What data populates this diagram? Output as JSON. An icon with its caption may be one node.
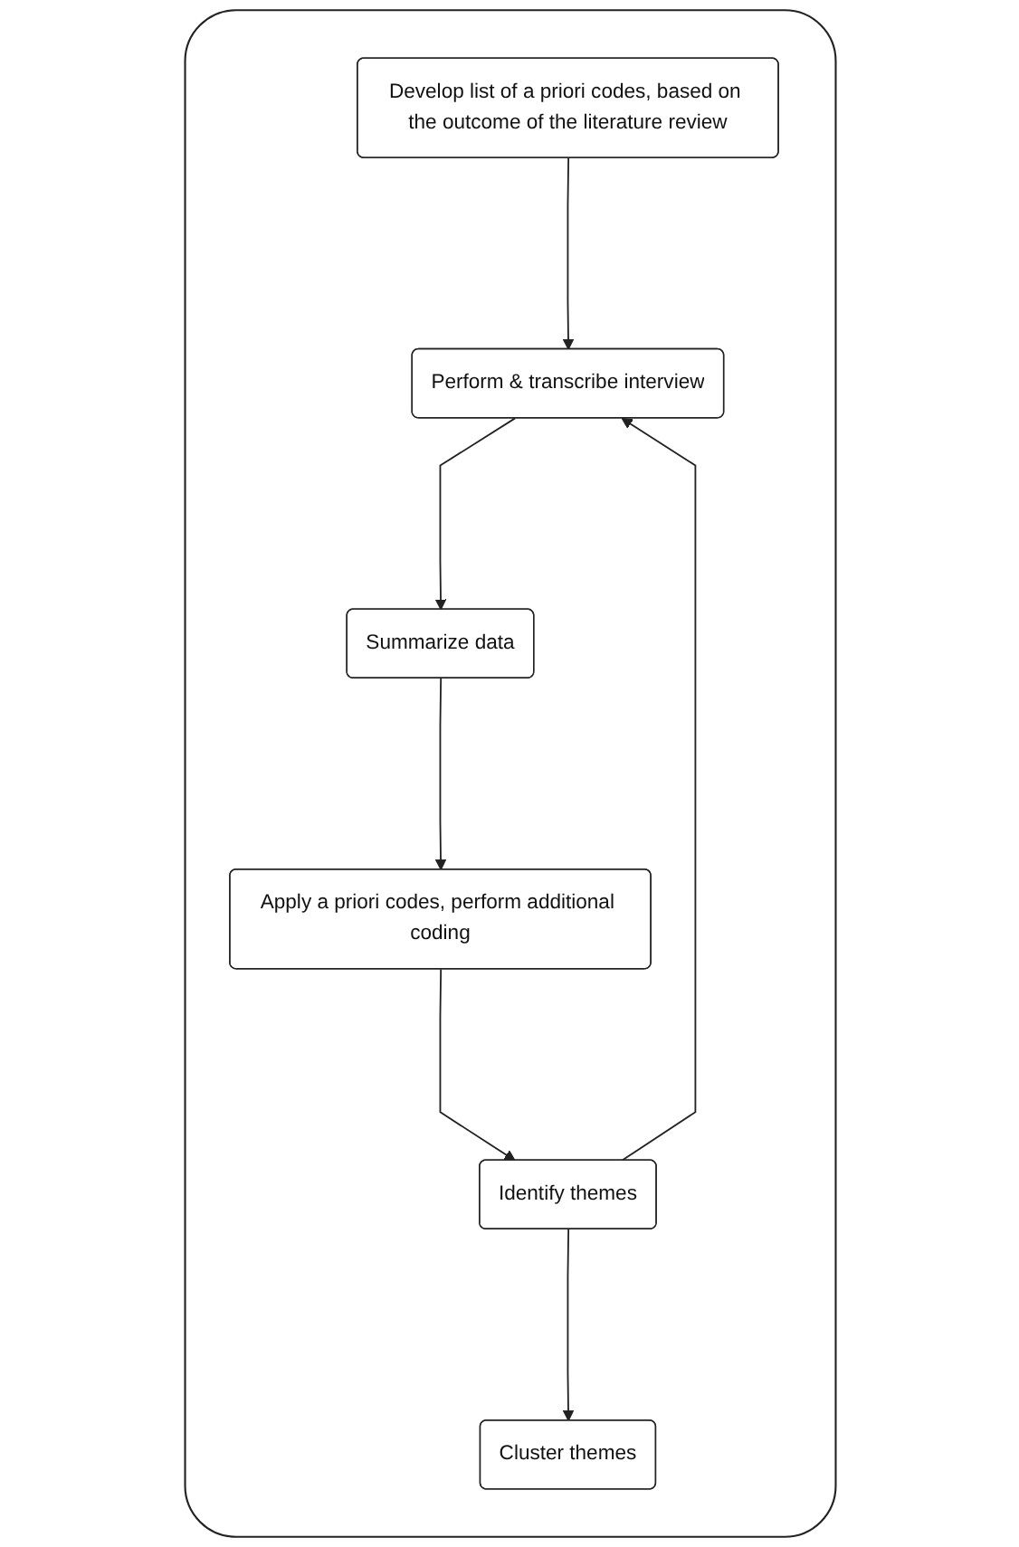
{
  "diagram": {
    "nodes": [
      {
        "text": [],
        "shape": "box"
      },
      {
        "text": [
          "Develop list of a priori codes, based on the outcome of the literature review"
        ],
        "in": 0
      },
      {
        "text": [
          "Perform & transcribe interview"
        ],
        "in": 0
      },
      {
        "text": [
          "Summarize data"
        ],
        "in": 0
      },
      {
        "text": [
          "Apply a priori codes, perform additional coding"
        ],
        "in": 0
      },
      {
        "text": [
          "Identify themes"
        ],
        "in": 0
      },
      {
        "text": [
          "Cluster themes"
        ],
        "in": 0
      }
    ],
    "edges": [
      {
        "from": 1,
        "to": 2,
        "arrow": "to"
      },
      {
        "from": 2,
        "to": 3,
        "arrow": "to"
      },
      {
        "from": 3,
        "to": 4,
        "arrow": "to"
      },
      {
        "from": 4,
        "to": 5,
        "arrow": "to"
      },
      {
        "from": 5,
        "to": 6,
        "arrow": "to"
      },
      {
        "from": 5,
        "to": 2,
        "arrow": "to"
      }
    ]
  }
}
